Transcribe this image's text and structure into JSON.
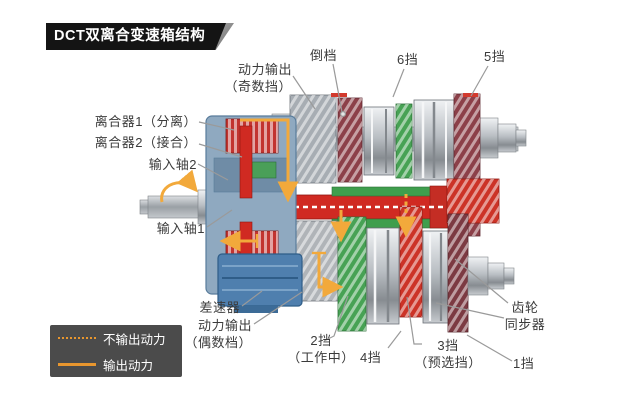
{
  "title": {
    "text": "DCT双离合变速箱结构"
  },
  "legend": {
    "line_color": "#e8962e",
    "items": [
      {
        "label": "不输出动力",
        "style": "dotted"
      },
      {
        "label": "输出动力",
        "style": "solid"
      }
    ]
  },
  "labels": {
    "power_output_odd": "动力输出\n（奇数挡）",
    "reverse": "倒档",
    "gear6": "6挡",
    "gear5": "5挡",
    "clutch1": "离合器1（分离）",
    "clutch2": "离合器2（接合）",
    "input_shaft2": "输入轴2",
    "input_shaft1": "输入轴1",
    "differential": "差速器",
    "power_output_even": "动力输出\n（偶数档）",
    "gear2": "2挡\n（工作中）",
    "gear4": "4挡",
    "gear3": "3挡\n（预选挡）",
    "gear1": "1挡",
    "synchronizer": "齿轮\n同步器"
  },
  "colors": {
    "shaft_red": "#d02a22",
    "gear_maroon": "#8c4049",
    "gear_green": "#47a254",
    "gear_red": "#cc3327",
    "housing_blue": "#8fa9c0",
    "diff_blue": "#4f7fae",
    "flow_orange": "#f2a93b",
    "leader_gray": "#9a9a9a"
  }
}
